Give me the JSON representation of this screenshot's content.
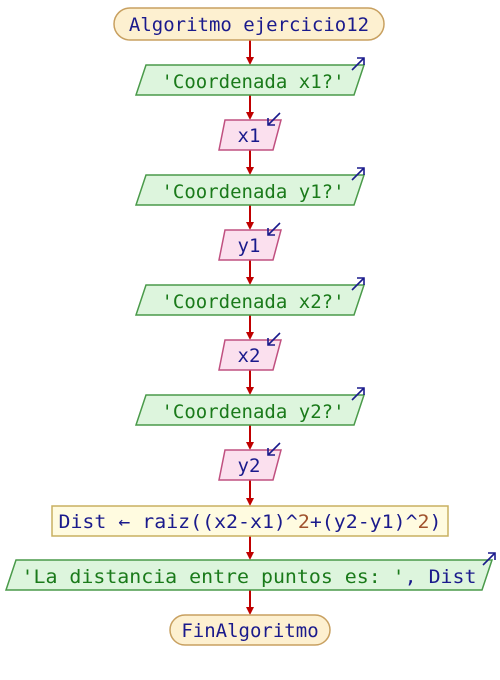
{
  "flowchart": {
    "start_label": "Algoritmo ejercicio12",
    "end_label": "FinAlgoritmo",
    "steps": [
      {
        "kind": "output",
        "text": "'Coordenada x1?'"
      },
      {
        "kind": "input",
        "text": "x1"
      },
      {
        "kind": "output",
        "text": "'Coordenada y1?'"
      },
      {
        "kind": "input",
        "text": "y1"
      },
      {
        "kind": "output",
        "text": "'Coordenada x2?'"
      },
      {
        "kind": "input",
        "text": "x2"
      },
      {
        "kind": "output",
        "text": "'Coordenada y2?'"
      },
      {
        "kind": "input",
        "text": "y2"
      },
      {
        "kind": "process",
        "parts": [
          {
            "text": "Dist ← raiz((x2-x1)^",
            "style": "dark"
          },
          {
            "text": "2",
            "style": "num"
          },
          {
            "text": "+(y2-y1)^",
            "style": "dark"
          },
          {
            "text": "2",
            "style": "num"
          },
          {
            "text": ")",
            "style": "dark"
          }
        ]
      },
      {
        "kind": "output",
        "parts": [
          {
            "text": "'La distancia entre puntos es: '",
            "style": "green"
          },
          {
            "text": ", Dist",
            "style": "dark"
          }
        ]
      }
    ]
  },
  "colors": {
    "arrow": "#c00000",
    "terminal_fill": "#fdf0d0",
    "terminal_stroke": "#c8a060",
    "output_fill": "#ddf5dd",
    "output_stroke": "#4a9a4a",
    "input_fill": "#fbe0ee",
    "input_stroke": "#c05080",
    "process_fill": "#fffbe0",
    "process_stroke": "#c8b060",
    "io_arrow": "#1a1a8c"
  }
}
